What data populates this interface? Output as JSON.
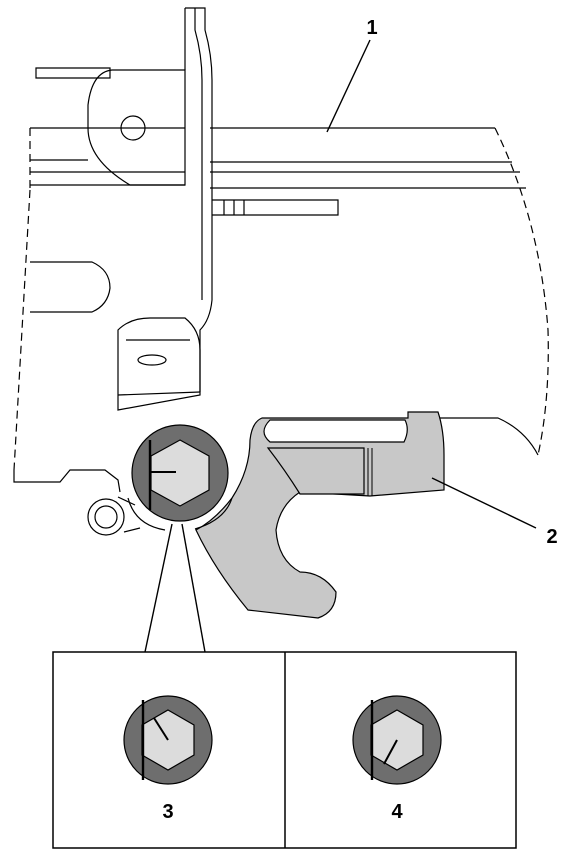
{
  "callouts": {
    "c1": "1",
    "c2": "2",
    "c3": "3",
    "c4": "4"
  },
  "colors": {
    "line": "#000000",
    "hitch_fill": "#c8c8c8",
    "nut_ring": "#6e6e6e",
    "hex_fill": "#dcdcdc",
    "background": "#ffffff"
  }
}
